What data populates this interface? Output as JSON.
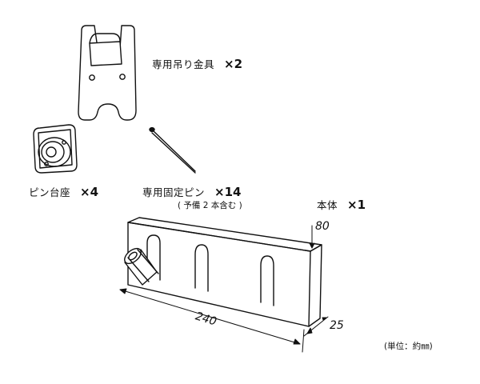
{
  "parts": {
    "bracket": {
      "name": "専用吊り金具",
      "qty": "×2"
    },
    "pin_base": {
      "name": "ピン台座",
      "qty": "×4"
    },
    "pin": {
      "name": "専用固定ピン",
      "qty": "×14",
      "note": "( 予備 2 本含む )"
    },
    "body": {
      "name": "本体",
      "qty": "×1"
    }
  },
  "dimensions": {
    "height": "80",
    "length": "240",
    "depth": "25"
  },
  "unit_note": "(単位：約㎜)"
}
